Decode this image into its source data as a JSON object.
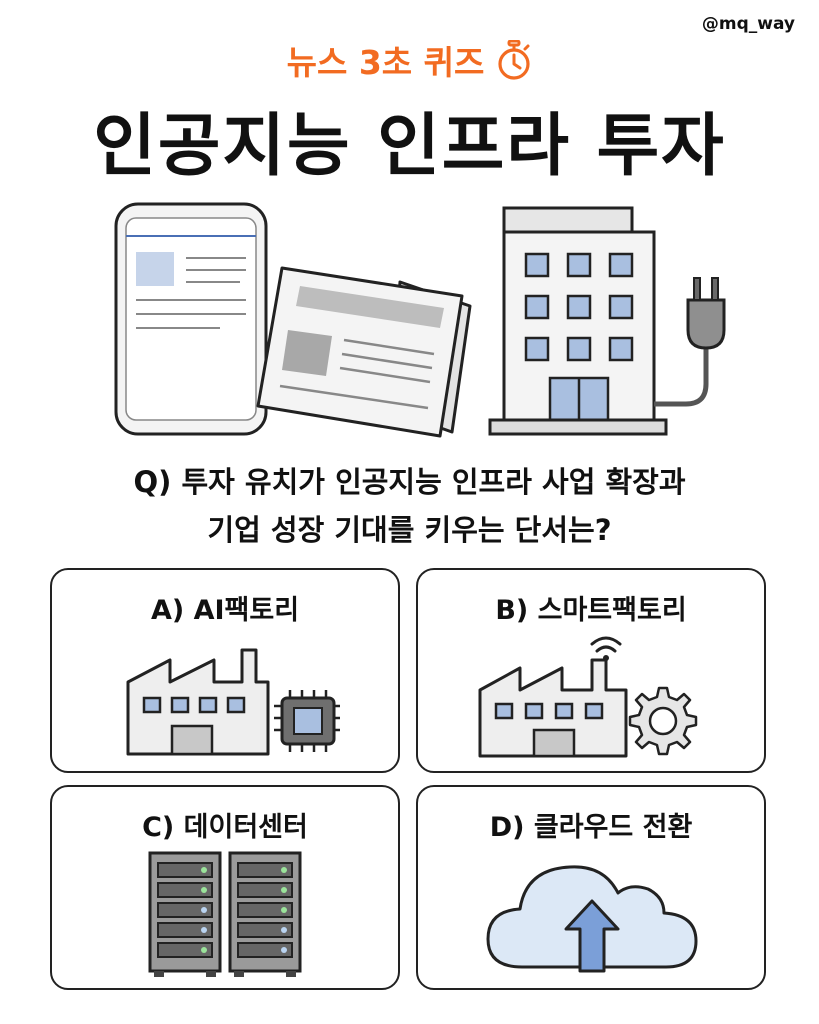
{
  "handle": "@mq_way",
  "subtitle": "뉴스 3초 퀴즈",
  "title": "인공지능 인프라 투자",
  "question": {
    "line1": "Q) 투자 유치가 인공지능 인프라 사업 확장과",
    "line2": "기업 성장 기대를 키우는 단서는?"
  },
  "options": [
    {
      "label": "A) AI팩토리",
      "icon": "factory-chip-icon"
    },
    {
      "label": "B) 스마트팩토리",
      "icon": "factory-gear-wifi-icon"
    },
    {
      "label": "C) 데이터센터",
      "icon": "server-rack-icon"
    },
    {
      "label": "D) 클라우드 전환",
      "icon": "cloud-upload-icon"
    }
  ],
  "colors": {
    "accent": "#f26b21",
    "text": "#111111",
    "window": "#a9bfe0",
    "building": "#eeeeee",
    "cloud": "#dce8f6",
    "arrow": "#7b9fd8"
  }
}
